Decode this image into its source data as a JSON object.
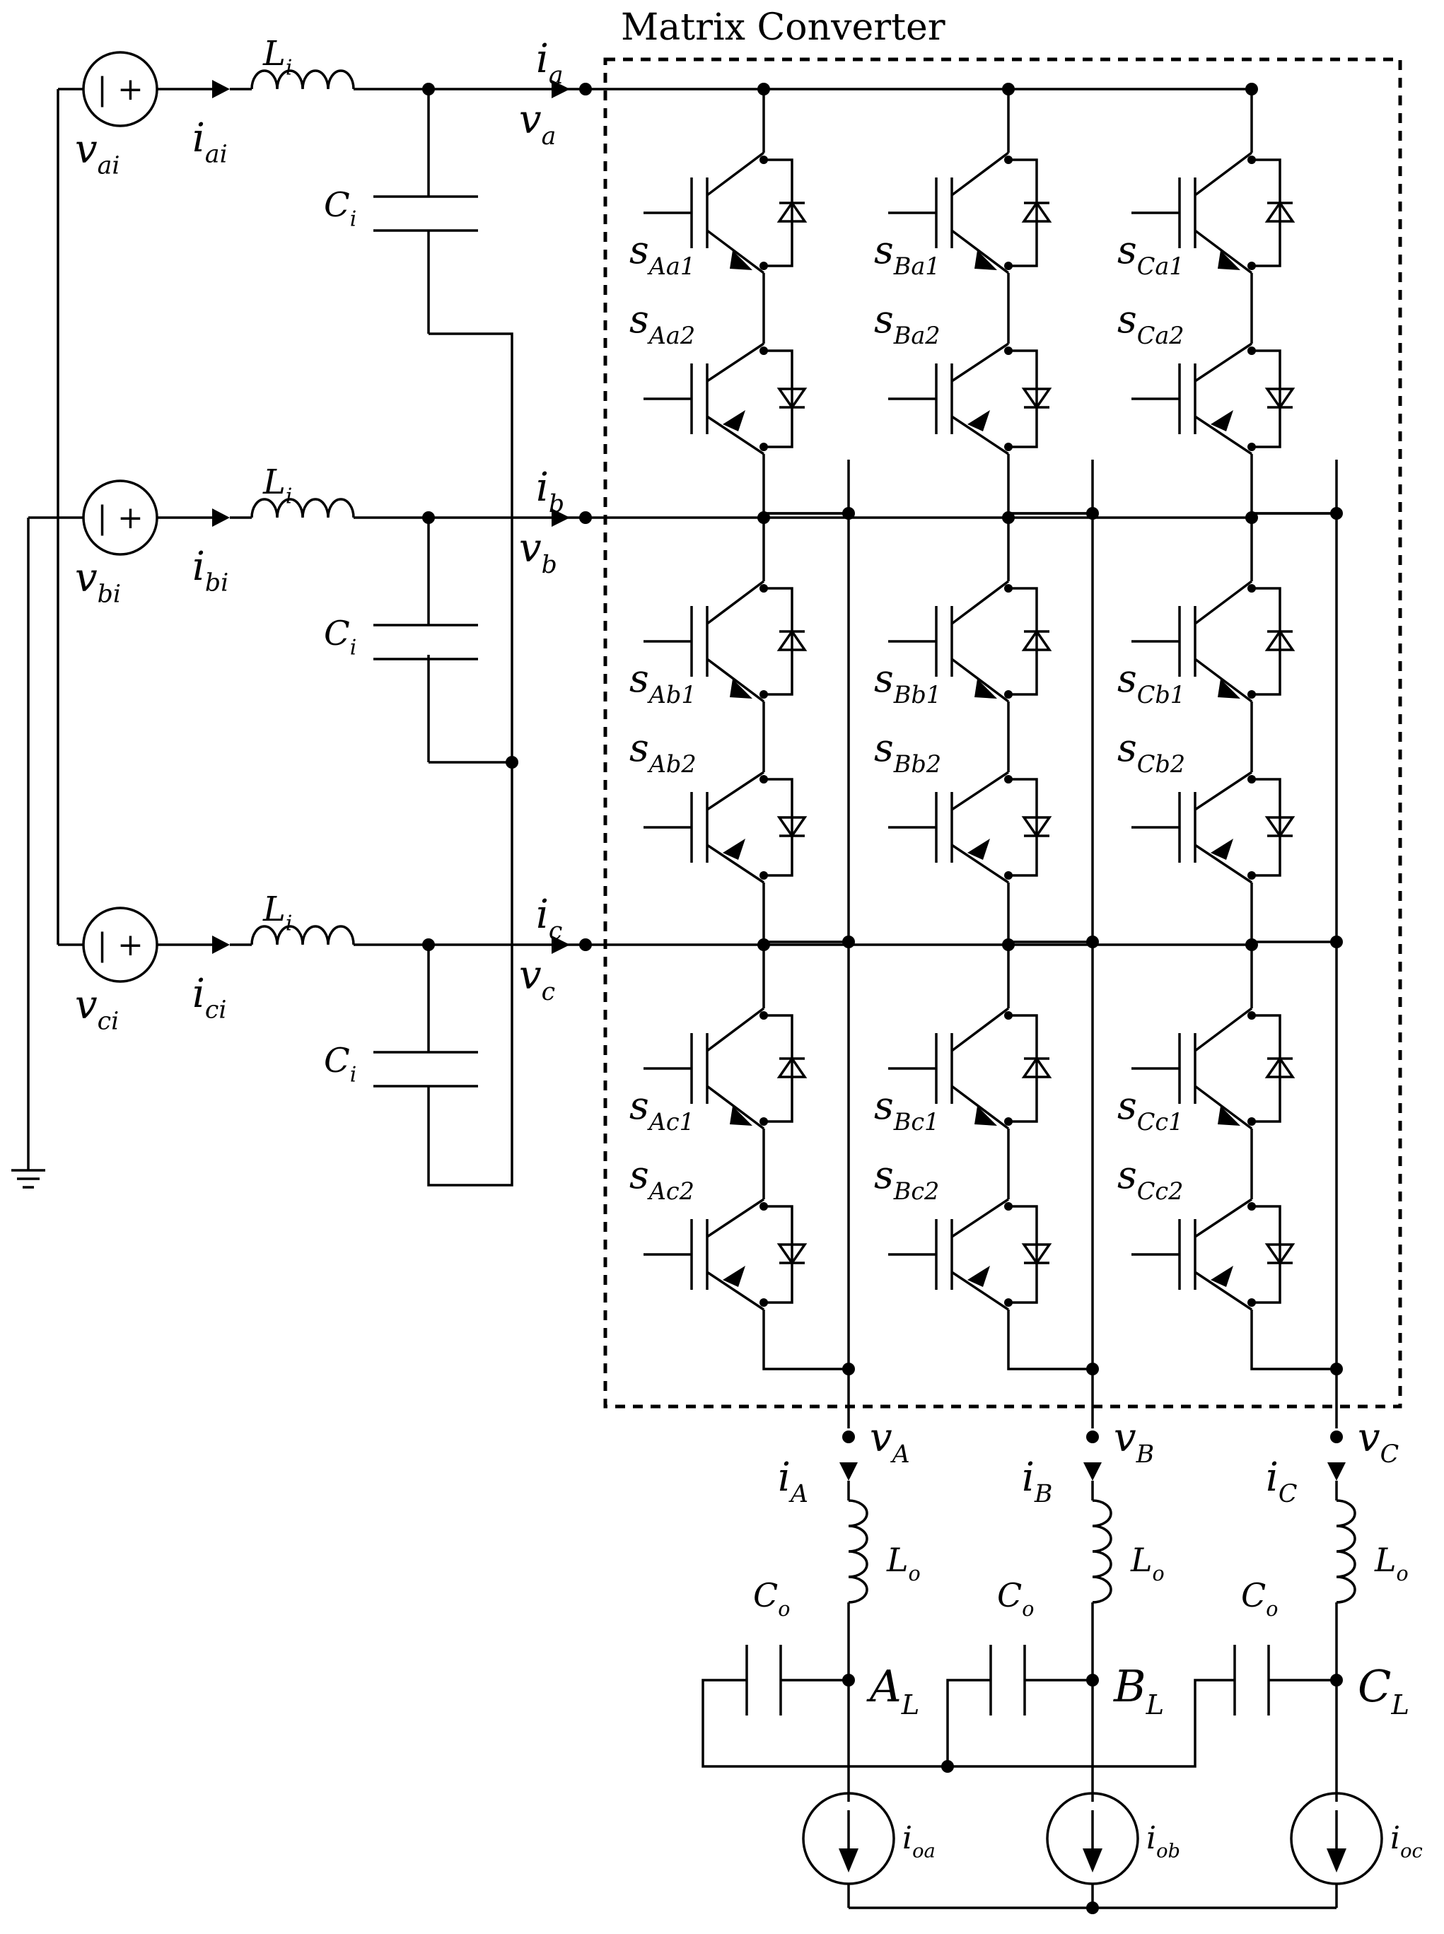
{
  "title": "Matrix Converter",
  "sources": [
    {
      "label": "v",
      "sub": "ai",
      "current": "i",
      "current_sub": "ai",
      "symbol": "| +"
    },
    {
      "label": "v",
      "sub": "bi",
      "current": "i",
      "current_sub": "bi",
      "symbol": "| +"
    },
    {
      "label": "v",
      "sub": "ci",
      "current": "i",
      "current_sub": "ci",
      "symbol": "| +"
    }
  ],
  "input_inductor": {
    "label": "L",
    "sub": "i"
  },
  "input_capacitor": {
    "label": "C",
    "sub": "i"
  },
  "input_phases": [
    {
      "current": "i",
      "current_sub": "a",
      "voltage": "v",
      "voltage_sub": "a"
    },
    {
      "current": "i",
      "current_sub": "b",
      "voltage": "v",
      "voltage_sub": "b"
    },
    {
      "current": "i",
      "current_sub": "c",
      "voltage": "v",
      "voltage_sub": "c"
    }
  ],
  "switches": [
    [
      {
        "top": "Aa1",
        "bot": "Aa2"
      },
      {
        "top": "Ba1",
        "bot": "Ba2"
      },
      {
        "top": "Ca1",
        "bot": "Ca2"
      }
    ],
    [
      {
        "top": "Ab1",
        "bot": "Ab2"
      },
      {
        "top": "Bb1",
        "bot": "Bb2"
      },
      {
        "top": "Cb1",
        "bot": "Cb2"
      }
    ],
    [
      {
        "top": "Ac1",
        "bot": "Ac2"
      },
      {
        "top": "Bc1",
        "bot": "Bc2"
      },
      {
        "top": "Cc1",
        "bot": "Cc2"
      }
    ]
  ],
  "switch_prefix": "s",
  "outputs": [
    {
      "voltage": "v",
      "voltage_sub": "A",
      "current": "i",
      "current_sub": "A",
      "node": "A",
      "node_sub": "L",
      "load": "i",
      "load_sub": "oa"
    },
    {
      "voltage": "v",
      "voltage_sub": "B",
      "current": "i",
      "current_sub": "B",
      "node": "B",
      "node_sub": "L",
      "load": "i",
      "load_sub": "ob"
    },
    {
      "voltage": "v",
      "voltage_sub": "C",
      "current": "i",
      "current_sub": "C",
      "node": "C",
      "node_sub": "L",
      "load": "i",
      "load_sub": "oc"
    }
  ],
  "output_inductor": {
    "label": "L",
    "sub": "o"
  },
  "output_capacitor": {
    "label": "C",
    "sub": "o"
  }
}
